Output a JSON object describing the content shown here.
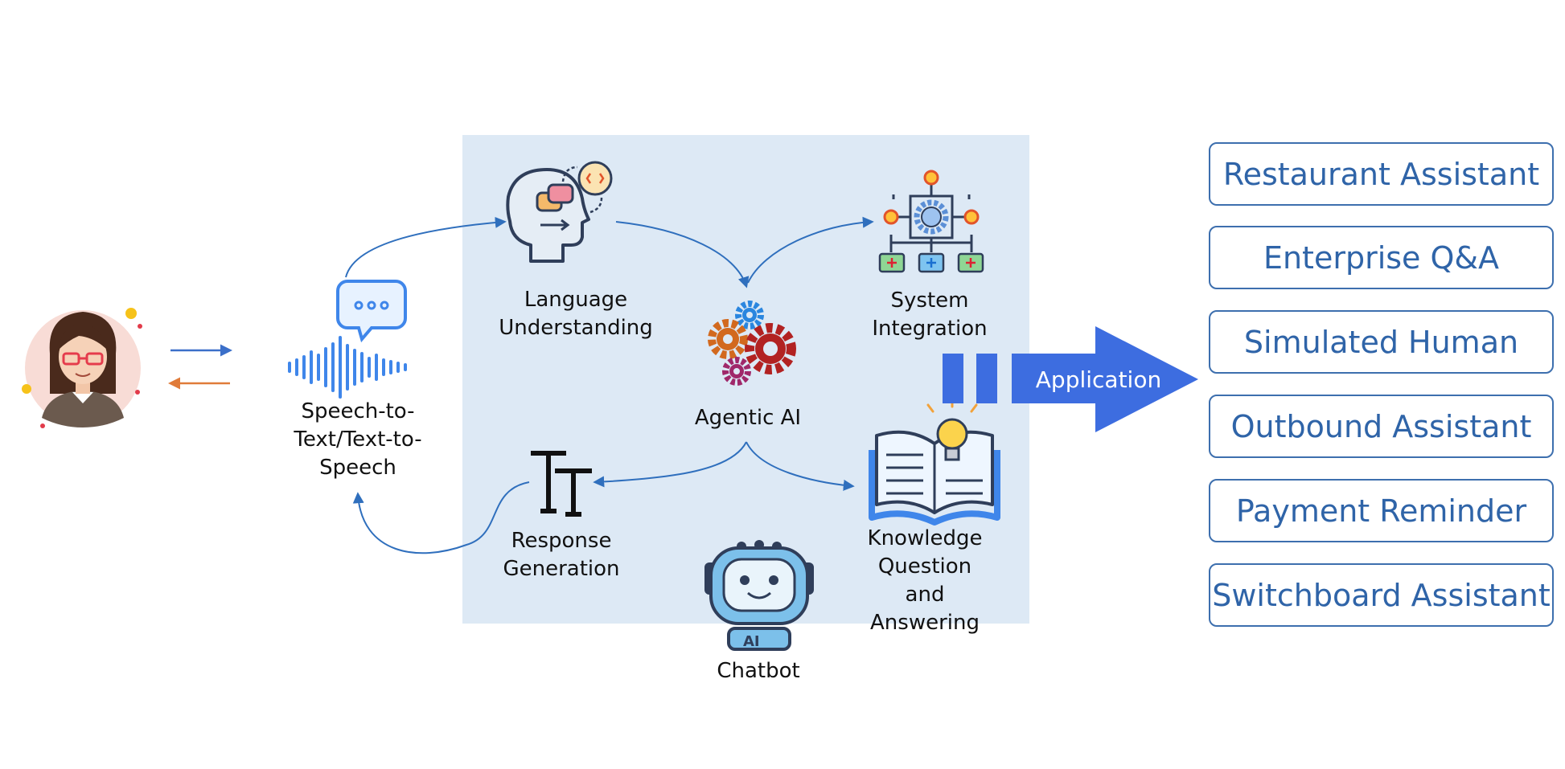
{
  "colors": {
    "panel_bg": "#dde9f5",
    "flow_arrow": "#2f6fbd",
    "big_arrow": "#3d6de0",
    "item_text": "#2f64a8",
    "item_border": "#3d6fae",
    "user_to_system_arrow": "#3b6fc9",
    "system_to_user_arrow": "#e07b39"
  },
  "nodes": {
    "speech": {
      "label": "Speech-to-\nText/Text-to-\nSpeech",
      "icon": "chat-waveform-icon"
    },
    "language": {
      "label": "Language\nUnderstanding",
      "icon": "head-brain-icon"
    },
    "agentic": {
      "label": "Agentic AI",
      "icon": "gears-icon"
    },
    "system": {
      "label": "System\nIntegration",
      "icon": "network-gear-icon"
    },
    "response": {
      "label": "Response\nGeneration",
      "icon": "typography-icon"
    },
    "knowledge": {
      "label": "Knowledge\nQuestion\nand\nAnswering",
      "icon": "open-book-bulb-icon"
    },
    "chatbot": {
      "label": "Chatbot",
      "icon": "robot-icon"
    },
    "user": {
      "icon": "user-avatar-icon"
    }
  },
  "application": {
    "label": "Application",
    "items": [
      "Restaurant Assistant",
      "Enterprise Q&A",
      "Simulated Human",
      "Outbound Assistant",
      "Payment Reminder",
      "Switchboard Assistant"
    ]
  }
}
